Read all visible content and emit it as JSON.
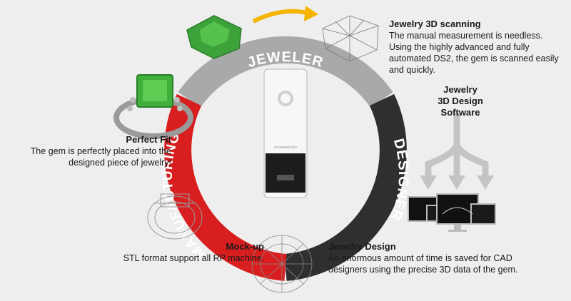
{
  "ring": {
    "jeweler_label": "JEWELER",
    "designer_label": "DESIGNER",
    "manufacturing_label": "MANUFACTURING",
    "colors": {
      "jeweler": "#a9a9a9",
      "designer": "#2f2f32",
      "manufacturing": "#d81e1e",
      "arrow": "#f5b400"
    }
  },
  "scanner": {
    "brand_label": "SCANNER DS2"
  },
  "jewelry_3d_scanning": {
    "title": "Jewelry 3D scanning",
    "body": "The manual measurement is needless. Using the highly advanced and fully automated DS2, the gem is scanned easily and quickly."
  },
  "jewelry_3d_design_software": {
    "line1": "Jewelry",
    "line2": "3D Design Software"
  },
  "perfect_fit": {
    "title": "Perfect Fit",
    "body": "The gem is perfectly placed into the designed piece of jewelry!"
  },
  "mock_up": {
    "title": "Mock-up",
    "body": "STL format support all RP machine."
  },
  "jewelry_design": {
    "title": "Jewelry Design",
    "body": "An enormous amount of time is saved for CAD designers using the precise 3D data of the gem."
  },
  "icons": [
    "green-gem-icon",
    "wireframe-gem-icon",
    "ring-with-gem-icon",
    "wireframe-ring-icon",
    "mesh-ring-icon",
    "split-arrow-icon",
    "monitors-icon"
  ]
}
